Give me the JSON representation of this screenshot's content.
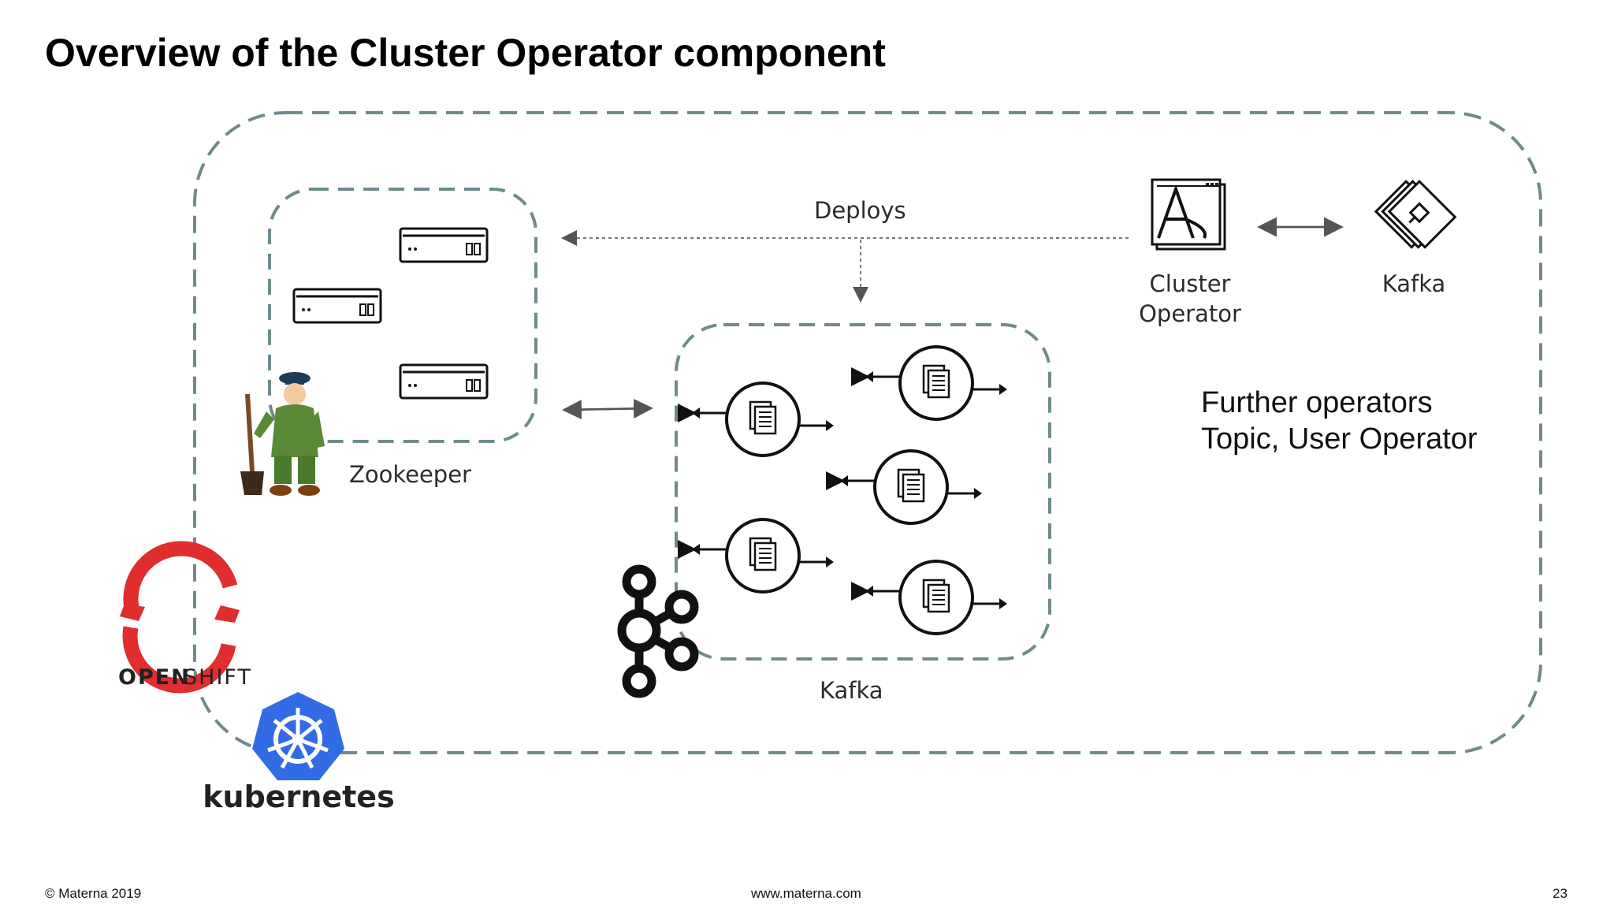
{
  "title": "Overview of the Cluster Operator component",
  "labels": {
    "deploys": "Deploys",
    "cluster_operator_line1": "Cluster",
    "cluster_operator_line2": "Operator",
    "kafka_top": "Kafka",
    "zookeeper": "Zookeeper",
    "kafka_cluster": "Kafka"
  },
  "further_operators": {
    "line1": "Further operators",
    "line2": "Topic, User Operator"
  },
  "logos": {
    "openshift_open": "OPEN",
    "openshift_shift": "SHIFT",
    "kubernetes": "kubernetes"
  },
  "footer": {
    "copyright": "© Materna 2019",
    "website": "www.materna.com",
    "page_number": "23"
  },
  "icons": [
    "server-icon",
    "zookeeper-figure",
    "kafka-broker-icon",
    "cluster-operator-icon",
    "kafka-icon",
    "openshift-logo",
    "kubernetes-logo",
    "kafka-logo"
  ],
  "colors": {
    "dashed_border": "#6f8a8c",
    "openshift_red": "#e02d2d",
    "kubernetes_blue": "#326ce5"
  }
}
